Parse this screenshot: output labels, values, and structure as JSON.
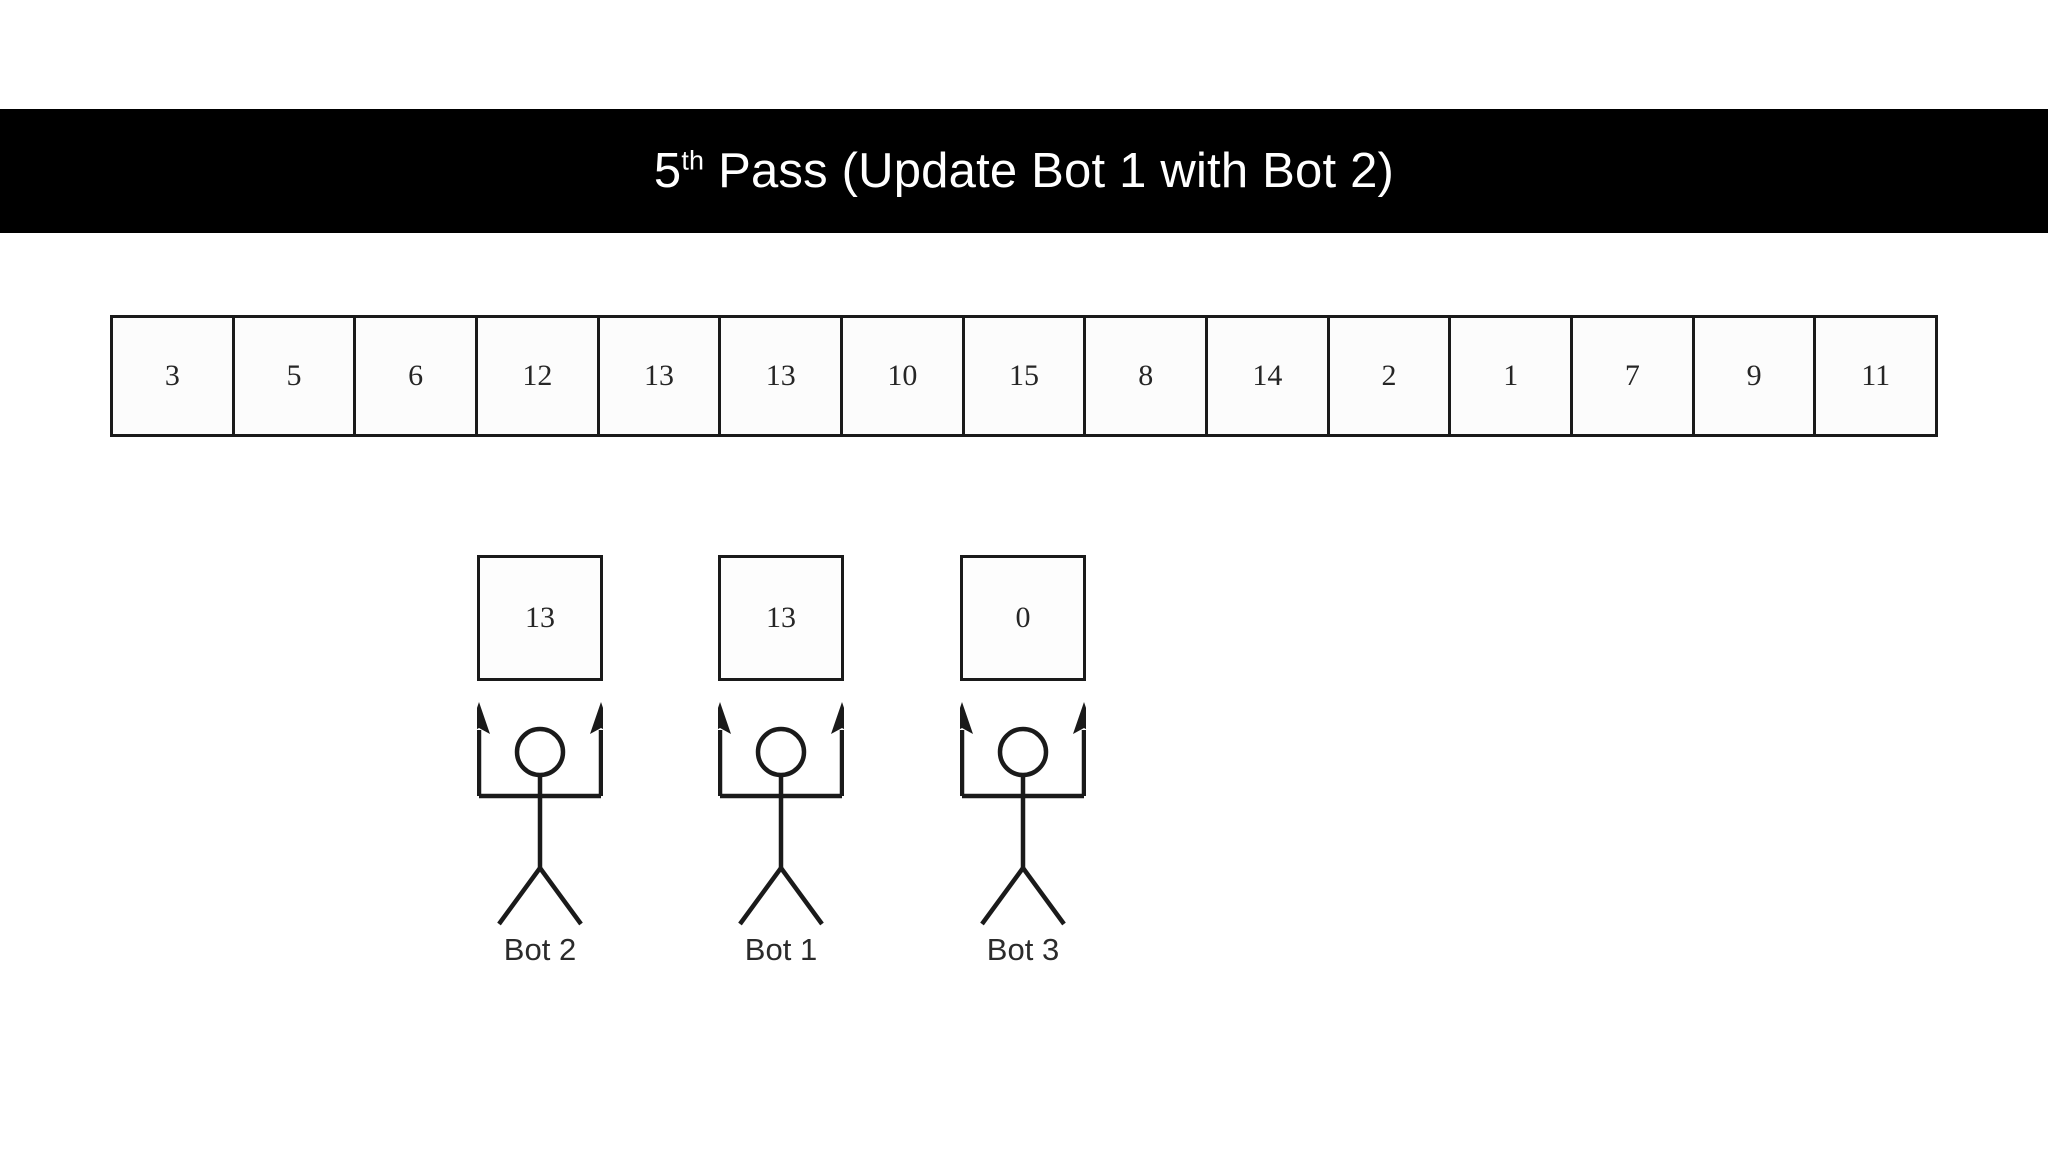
{
  "slide": {
    "background_color": "#ffffff",
    "banner_color": "#000000",
    "ink_color": "#1a1a1a"
  },
  "title": {
    "ordinal": "5",
    "ordinal_suffix": "th",
    "rest": " Pass (Update Bot 1 with Bot 2)",
    "full_text": "5th Pass (Update Bot 1 with Bot 2)"
  },
  "array": {
    "label": "data-array",
    "length": 15,
    "values": [
      "3",
      "5",
      "6",
      "12",
      "13",
      "13",
      "10",
      "15",
      "8",
      "14",
      "2",
      "1",
      "7",
      "9",
      "11"
    ]
  },
  "bots": [
    {
      "id": "bot-2",
      "label": "Bot 2",
      "value": "13",
      "icon": "stick-figure-arms-up-icon",
      "arrow_icon": "arrow-up-icon"
    },
    {
      "id": "bot-1",
      "label": "Bot 1",
      "value": "13",
      "icon": "stick-figure-arms-up-icon",
      "arrow_icon": "arrow-up-icon"
    },
    {
      "id": "bot-3",
      "label": "Bot 3",
      "value": "0",
      "icon": "stick-figure-arms-up-icon",
      "arrow_icon": "arrow-up-icon"
    }
  ]
}
